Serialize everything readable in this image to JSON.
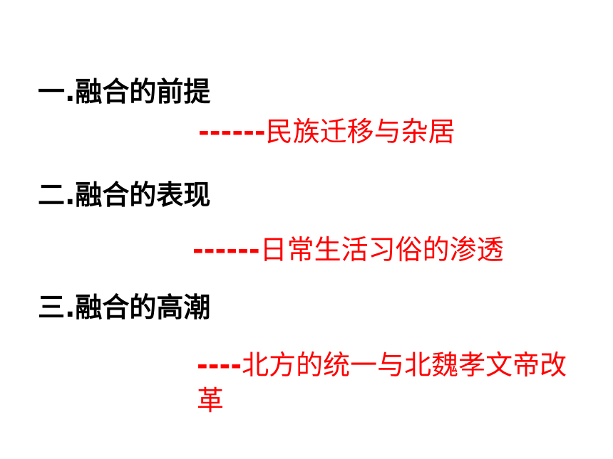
{
  "colors": {
    "heading": "#000000",
    "subtitle": "#ff0000",
    "background": "#ffffff"
  },
  "sections": [
    {
      "heading": "一.融合的前提",
      "dash": "------",
      "subtitle": "民族迁移与杂居"
    },
    {
      "heading": "二.融合的表现",
      "dash": "------",
      "subtitle": "日常生活习俗的渗透"
    },
    {
      "heading": "三.融合的高潮",
      "dash": "----",
      "subtitle": "北方的统一与北魏孝文帝改革"
    }
  ]
}
